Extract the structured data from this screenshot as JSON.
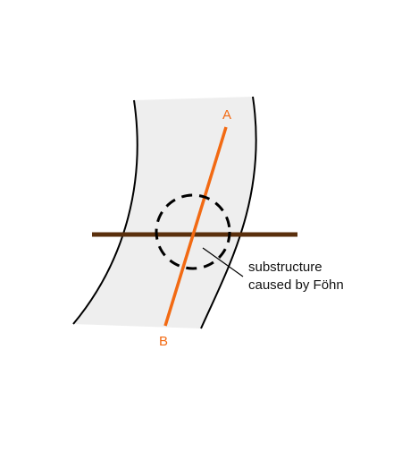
{
  "diagram": {
    "label_a": "A",
    "label_b": "B",
    "callout_line1": "substructure",
    "callout_line2": "caused by Föhn"
  },
  "colors": {
    "band_fill": "#eeeeee",
    "band_edge": "#000000",
    "section_line": "#f26a13",
    "horizontal_bar": "#5a2f0c",
    "dashed_circle": "#000000",
    "callout_leader": "#000000",
    "text": "#111111"
  }
}
